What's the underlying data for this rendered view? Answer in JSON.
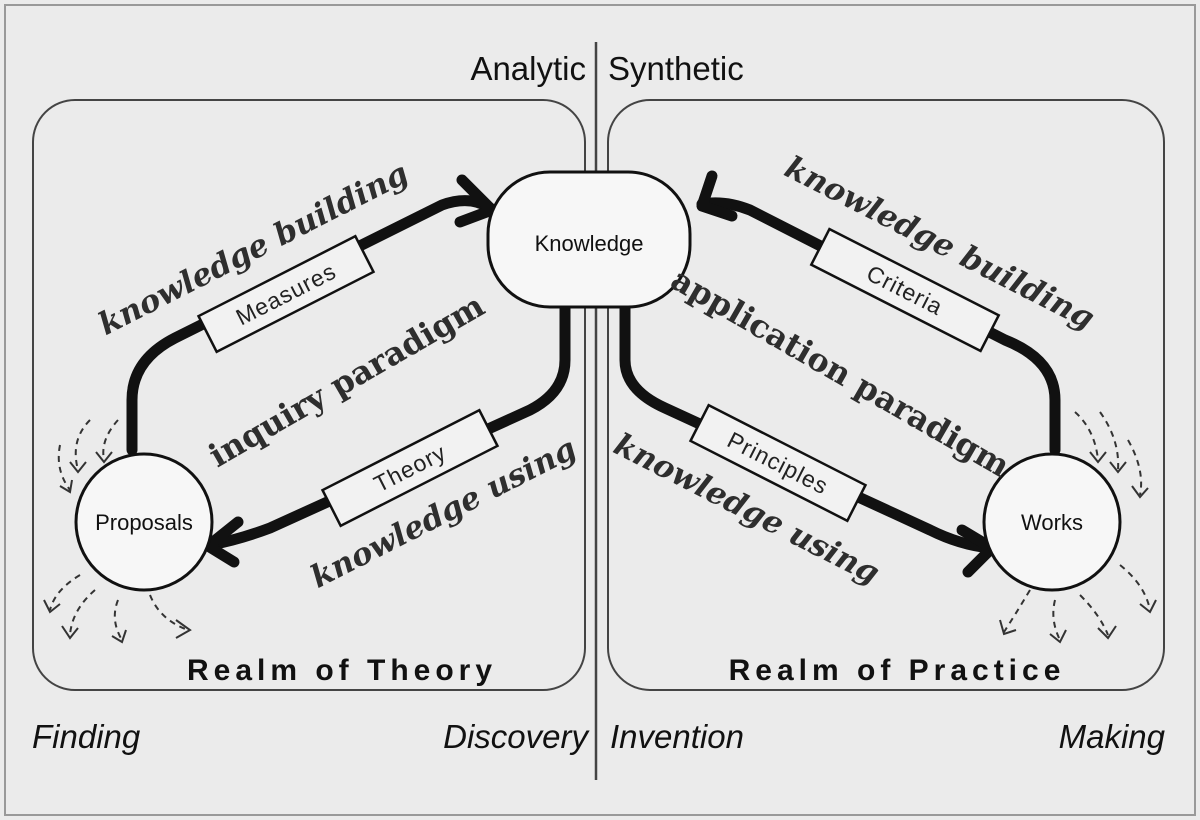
{
  "header": {
    "left": "Analytic",
    "right": "Synthetic"
  },
  "nodes": {
    "knowledge": "Knowledge",
    "proposals": "Proposals",
    "works": "Works"
  },
  "boxes": {
    "measures": "Measures",
    "theory": "Theory",
    "criteria": "Criteria",
    "principles": "Principles"
  },
  "flows": {
    "left_building": "knowledge building",
    "left_using": "knowledge using",
    "right_building": "knowledge building",
    "right_using": "knowledge using"
  },
  "paradigms": {
    "inquiry": "inquiry paradigm",
    "application": "application paradigm"
  },
  "realms": {
    "theory": "Realm of Theory",
    "practice": "Realm of Practice"
  },
  "footer": {
    "finding": "Finding",
    "discovery": "Discovery",
    "invention": "Invention",
    "making": "Making"
  }
}
